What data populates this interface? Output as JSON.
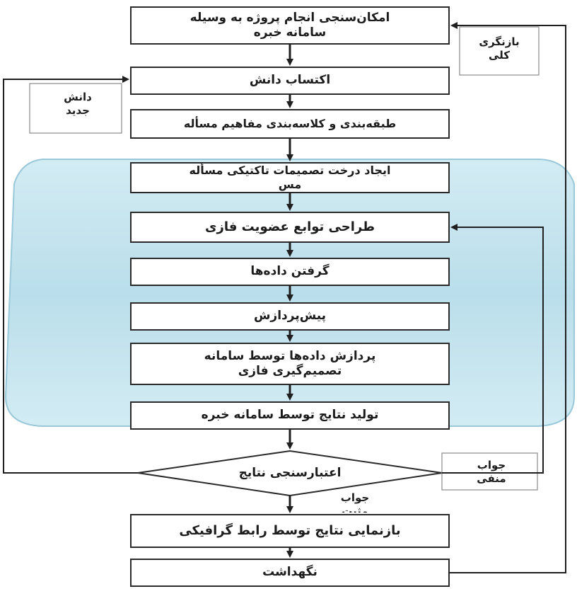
{
  "steps": {
    "feasibility": "امکان‌سنجی انجام پروژه به وسیله\nسامانه خبره",
    "knowledge_acquisition": "اکتساب دانش",
    "categorization": "طبقه‌بندی و کلاسه‌بندی مفاهیم مسأله",
    "decision_tree": "ایجاد درخت تصمیمات تاکتیکی مسأله\nمس",
    "membership_functions": "طراحی توابع عضویت فازی",
    "get_data": "گرفتن داده‌ها",
    "preprocessing": "پیش‌پردازش",
    "processing": "پردازش داده‌ها توسط سامانه\nتصمیم‌گیری فازی",
    "results": "تولید نتایج توسط سامانه خبره",
    "validation": "اعتبارسنجی نتایج",
    "visualization": "بازنمایی نتایج توسط رابط گرافیکی",
    "maintenance": "نگهداشت"
  },
  "side_labels": {
    "overall_review": "بازنگری\nکلی",
    "new_knowledge": "دانش\nجدید",
    "negative_answer": "جواب\nمنفی",
    "positive_answer": "جواب\nمثبت"
  },
  "colors": {
    "box_border": "#2a2a2a",
    "arrow": "#1f1f1f",
    "region_fill": "#bfe3ef",
    "region_border": "#8fc3d6"
  }
}
